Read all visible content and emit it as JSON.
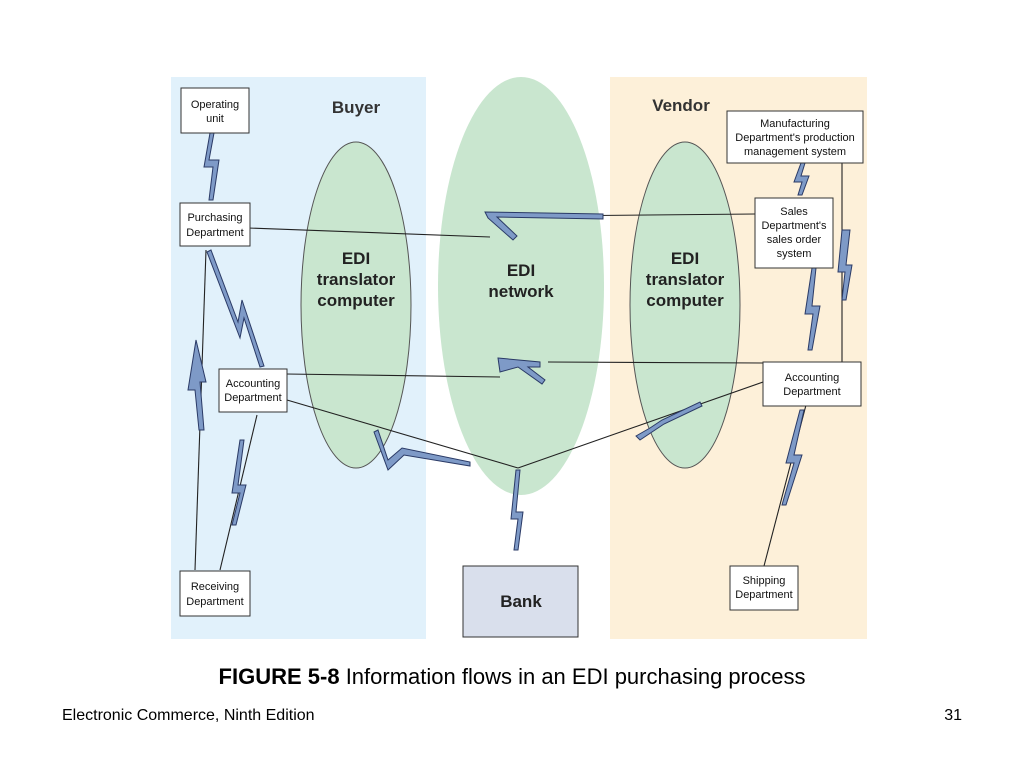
{
  "diagram": {
    "regions": {
      "buyer": "Buyer",
      "vendor": "Vendor"
    },
    "ellipses": {
      "buyer_translator": [
        "EDI",
        "translator",
        "computer"
      ],
      "network": [
        "EDI",
        "network"
      ],
      "vendor_translator": [
        "EDI",
        "translator",
        "computer"
      ]
    },
    "boxes": {
      "operating_unit": [
        "Operating",
        "unit"
      ],
      "purchasing": [
        "Purchasing",
        "Department"
      ],
      "buyer_accounting": [
        "Accounting",
        "Department"
      ],
      "receiving": [
        "Receiving",
        "Department"
      ],
      "manufacturing": [
        "Manufacturing",
        "Department's production",
        "management system"
      ],
      "sales": [
        "Sales",
        "Department's",
        "sales order",
        "system"
      ],
      "vendor_accounting": [
        "Accounting",
        "Department"
      ],
      "shipping": [
        "Shipping",
        "Department"
      ],
      "bank": "Bank"
    },
    "colors": {
      "buyer_bg": "#e1f1fb",
      "vendor_bg": "#fdf0d9",
      "ellipse_fill": "#c9e6cf",
      "bank_fill": "#d9dfec",
      "bolt_fill": "#7e9ac7"
    }
  },
  "caption": {
    "figure_number": "FIGURE 5-8",
    "text": "Information flows in an EDI purchasing process"
  },
  "footer": {
    "left": "Electronic Commerce, Ninth Edition",
    "page": "31"
  }
}
